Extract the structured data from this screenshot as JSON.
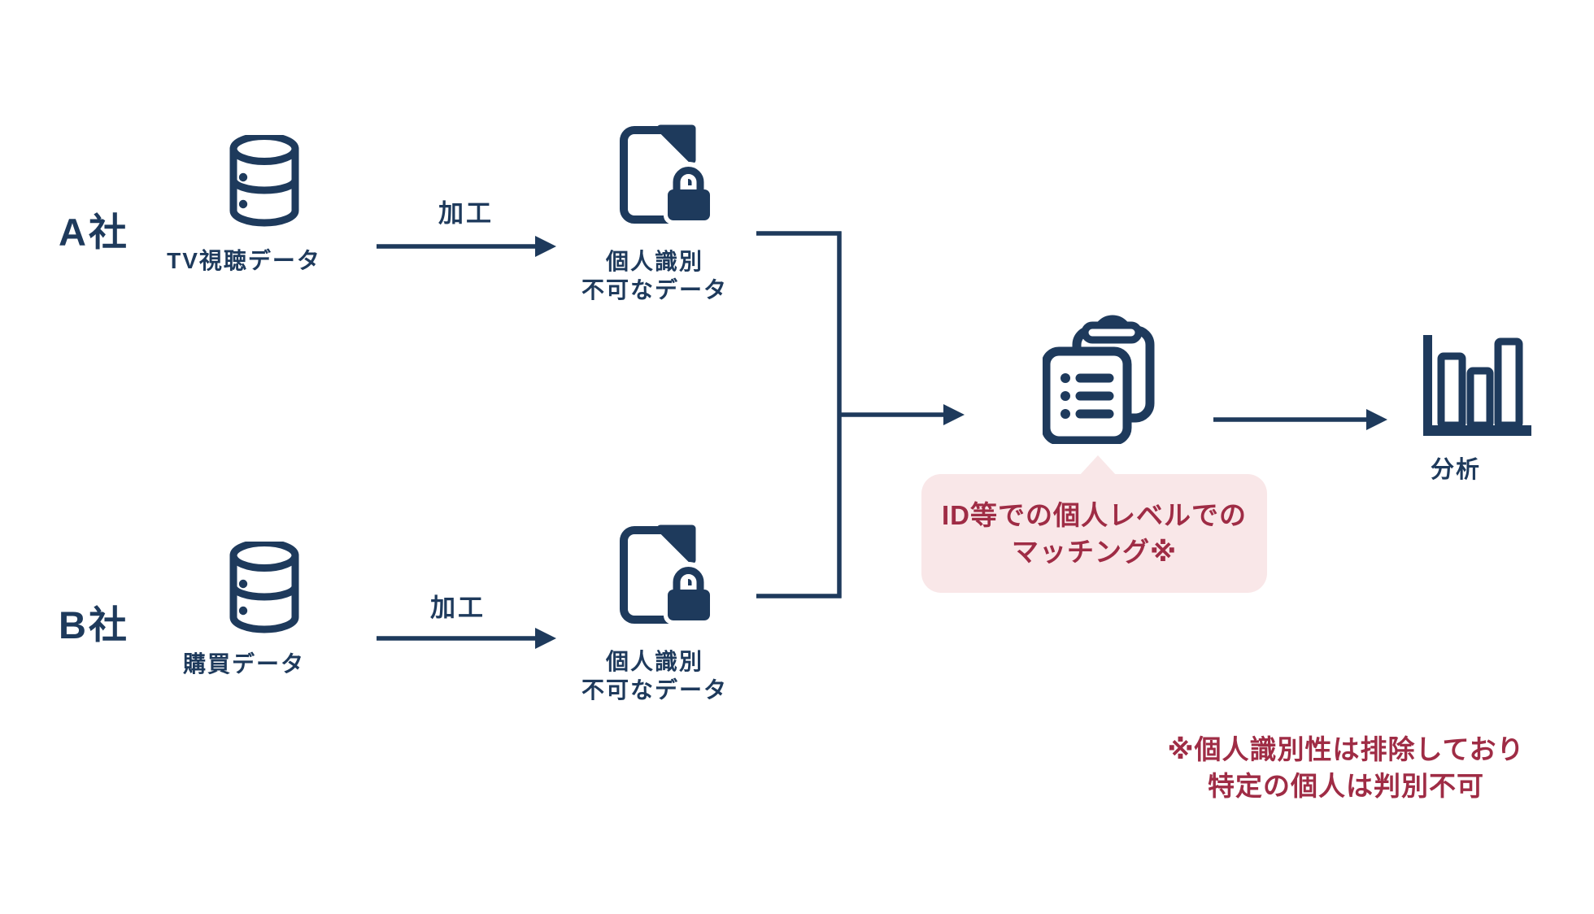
{
  "colors": {
    "navy": "#1e3a5c",
    "red": "#9f2c45",
    "pink_callout_bg": "#f9e7e8",
    "background": "#ffffff"
  },
  "rows": [
    {
      "company_label": "A社",
      "source_icon": "database-icon",
      "source_label": "TV視聴データ",
      "process_label": "加工",
      "processed_icon": "locked-document-icon",
      "processed_label_line1": "個人識別",
      "processed_label_line2": "不可なデータ"
    },
    {
      "company_label": "B社",
      "source_icon": "database-icon",
      "source_label": "購買データ",
      "process_label": "加工",
      "processed_icon": "locked-document-icon",
      "processed_label_line1": "個人識別",
      "processed_label_line2": "不可なデータ"
    }
  ],
  "matching_callout": {
    "icon": "clipboard-list-icon",
    "line1": "ID等での個人レベルでの",
    "line2": "マッチング※"
  },
  "analysis": {
    "icon": "bar-chart-icon",
    "label": "分析"
  },
  "footnote": {
    "line1": "※個人識別性は排除しており",
    "line2": "特定の個人は判別不可"
  },
  "icons": {
    "database-icon": "cylinder database with two sections and dots",
    "locked-document-icon": "document with folded corner and padlock",
    "clipboard-list-icon": "two clipboards, front one with bulleted list",
    "bar-chart-icon": "axis with three outlined bars"
  }
}
